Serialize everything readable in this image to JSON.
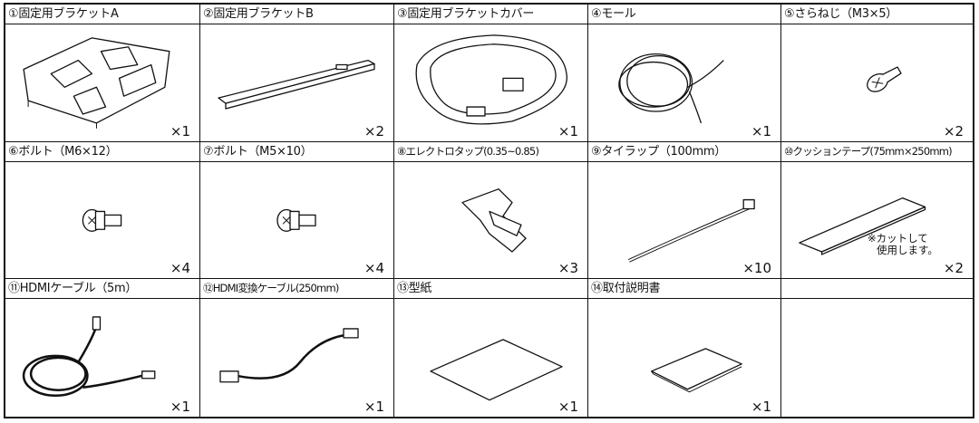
{
  "parts": [
    {
      "label": "①固定用ブラケットA",
      "qty": "×1",
      "icon": "bracket-a"
    },
    {
      "label": "②固定用ブラケットB",
      "qty": "×2",
      "icon": "bracket-b"
    },
    {
      "label": "③固定用ブラケットカバー",
      "qty": "×1",
      "icon": "bracket-cover"
    },
    {
      "label": "④モール",
      "qty": "×1",
      "icon": "mall-tube"
    },
    {
      "label": "⑤さらねじ（M3×5）",
      "qty": "×2",
      "icon": "flat-screw"
    },
    {
      "label": "⑥ボルト（M6×12）",
      "qty": "×4",
      "icon": "bolt"
    },
    {
      "label": "⑦ボルト（M5×10）",
      "qty": "×4",
      "icon": "bolt"
    },
    {
      "label": "⑧エレクトロタップ(0.35~0.85)",
      "qty": "×3",
      "icon": "electro-tap",
      "small": true
    },
    {
      "label": "⑨タイラップ（100mm）",
      "qty": "×10",
      "icon": "cable-tie"
    },
    {
      "label": "⑩クッションテープ(75mm×250mm)",
      "qty": "×2",
      "icon": "cushion-tape",
      "small": true,
      "note": [
        "※カットして",
        "使用します。"
      ]
    },
    {
      "label": "⑪HDMIケーブル（5m）",
      "qty": "×1",
      "icon": "hdmi-cable"
    },
    {
      "label": "⑫HDMI変換ケーブル(250mm)",
      "qty": "×1",
      "icon": "hdmi-adapter-cable",
      "small": true
    },
    {
      "label": "⑬型紙",
      "qty": "×1",
      "icon": "template-sheet"
    },
    {
      "label": "⑭取付説明書",
      "qty": "×1",
      "icon": "manual-booklet"
    },
    {
      "label": "",
      "qty": "",
      "icon": ""
    }
  ]
}
